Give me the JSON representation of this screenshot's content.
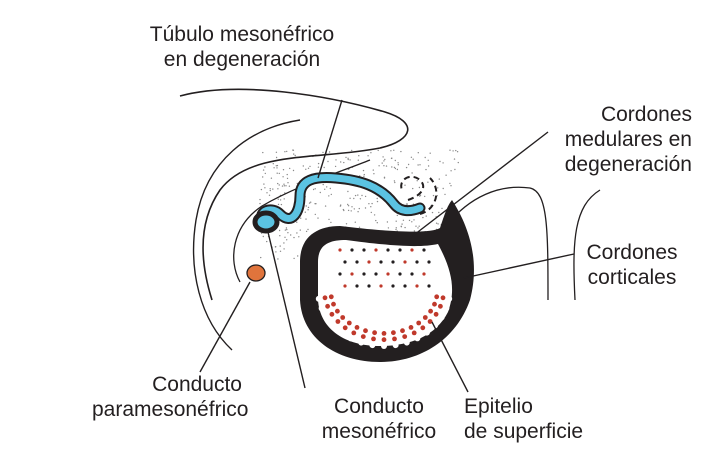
{
  "labels": {
    "tubulo": [
      "Túbulo mesonéfrico",
      "en degeneración"
    ],
    "cordones_medulares": [
      "Cordones",
      "medulares en",
      "degeneración"
    ],
    "cordones_corticales": [
      "Cordones",
      "corticales"
    ],
    "conducto_paramesonefrico": [
      "Conducto",
      "paramesonéfrico"
    ],
    "conducto_mesonefrico": [
      "Conducto",
      "mesonéfrico"
    ],
    "epitelio": [
      "Epitelio",
      "de superficie"
    ]
  },
  "colors": {
    "ink": "#231f20",
    "tubule_blue": "#5bc3e2",
    "paramesonephric_orange": "#e0743c",
    "cortical_cord_red": "#c0392b"
  }
}
